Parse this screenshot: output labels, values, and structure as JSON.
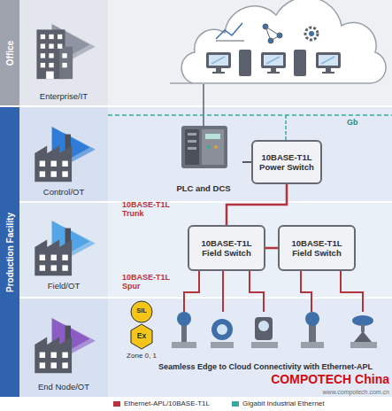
{
  "diagram": {
    "caption": "Seamless Edge to Cloud Connectivity with Ethernet-APL",
    "nodes": [
      {
        "text": [
          "Office"
        ]
      },
      {
        "text": [
          "Production Facility"
        ]
      },
      {
        "text": [
          "PLC and DCS"
        ]
      },
      {
        "text": [
          "10BASE-T1L Power Switch"
        ]
      },
      {
        "text": [
          "10BASE-T1L Field Switch"
        ]
      },
      {
        "text": [
          "10BASE-T1L Field Switch"
        ]
      }
    ],
    "edges": [
      {
        "from": 2,
        "to": 3,
        "arrow": "none"
      },
      {
        "from": 3,
        "to": 4,
        "arrow": "none"
      },
      {
        "from": 4,
        "to": 5,
        "arrow": "none"
      }
    ],
    "labels": [
      "Enterprise/IT",
      "Control/OT",
      "Field/OT",
      "End Node/OT",
      "Gb",
      "10BASE-T1L Trunk",
      "10BASE-T1L Spur",
      "SIL",
      "Ex",
      "Zone 0, 1",
      "COMPOTECH China",
      "www.compotech.com.cn"
    ],
    "legend": [
      {
        "text": "Ethernet-APL/10BASE-T1L",
        "color": "#b5343c"
      },
      {
        "text": "Gigabit Industrial Ethernet",
        "color": "#3aa89a"
      }
    ]
  }
}
